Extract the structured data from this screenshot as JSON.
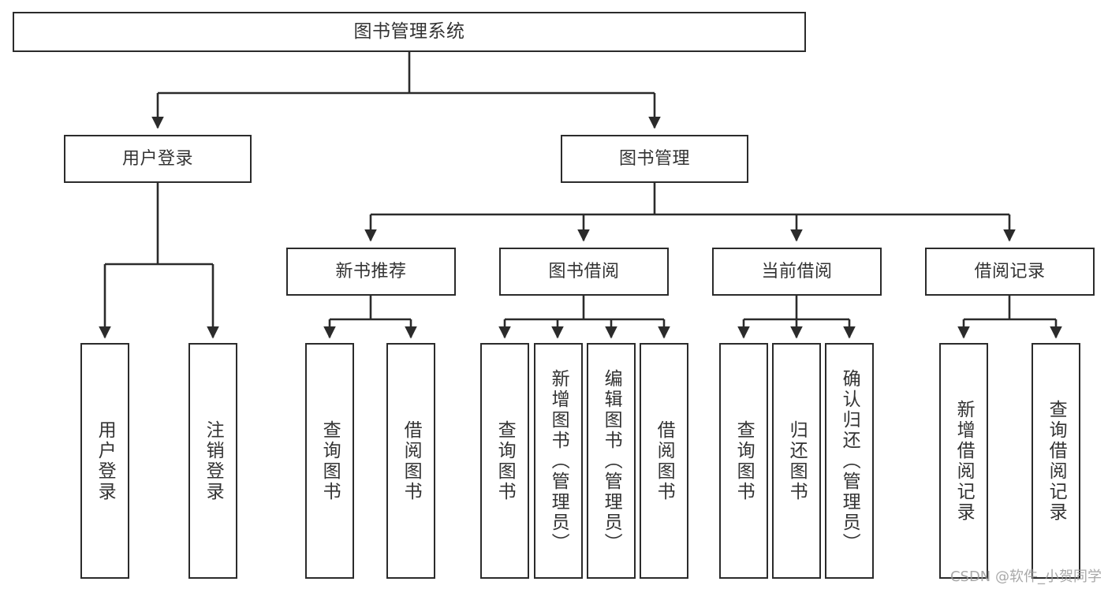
{
  "diagram": {
    "title": "图书管理系统",
    "type": "tree-structure-chart",
    "colors": {
      "box_border": "#2b2b2b",
      "box_fill": "#ffffff",
      "connector": "#2b2b2b",
      "text": "#333333",
      "watermark": "#9a9a9a"
    },
    "nodes": {
      "root": {
        "label": "图书管理系统"
      },
      "level2": [
        {
          "id": "user-login",
          "label": "用户登录"
        },
        {
          "id": "book-management",
          "label": "图书管理"
        }
      ],
      "level3": [
        {
          "id": "new-book-recommend",
          "label": "新书推荐"
        },
        {
          "id": "book-borrow",
          "label": "图书借阅"
        },
        {
          "id": "current-borrow",
          "label": "当前借阅"
        },
        {
          "id": "borrow-record",
          "label": "借阅记录"
        }
      ],
      "leaves": {
        "user_login": [
          {
            "id": "leaf-user-login",
            "label": "用户登录"
          },
          {
            "id": "leaf-logout",
            "label": "注销登录"
          }
        ],
        "new_book_recommend": [
          {
            "id": "leaf-query-book-1",
            "label": "查询图书"
          },
          {
            "id": "leaf-borrow-book-1",
            "label": "借阅图书"
          }
        ],
        "book_borrow": [
          {
            "id": "leaf-query-book-2",
            "label": "查询图书"
          },
          {
            "id": "leaf-add-book",
            "label": "新增图书（管理员）"
          },
          {
            "id": "leaf-edit-book",
            "label": "编辑图书（管理员）"
          },
          {
            "id": "leaf-borrow-book-2",
            "label": "借阅图书"
          }
        ],
        "current_borrow": [
          {
            "id": "leaf-query-book-3",
            "label": "查询图书"
          },
          {
            "id": "leaf-return-book",
            "label": "归还图书"
          },
          {
            "id": "leaf-confirm-return",
            "label": "确认归还（管理员）"
          }
        ],
        "borrow_record": [
          {
            "id": "leaf-add-record",
            "label": "新增借阅记录"
          },
          {
            "id": "leaf-query-record",
            "label": "查询借阅记录"
          }
        ]
      }
    },
    "watermark": "CSDN @软件_小贺同学"
  }
}
